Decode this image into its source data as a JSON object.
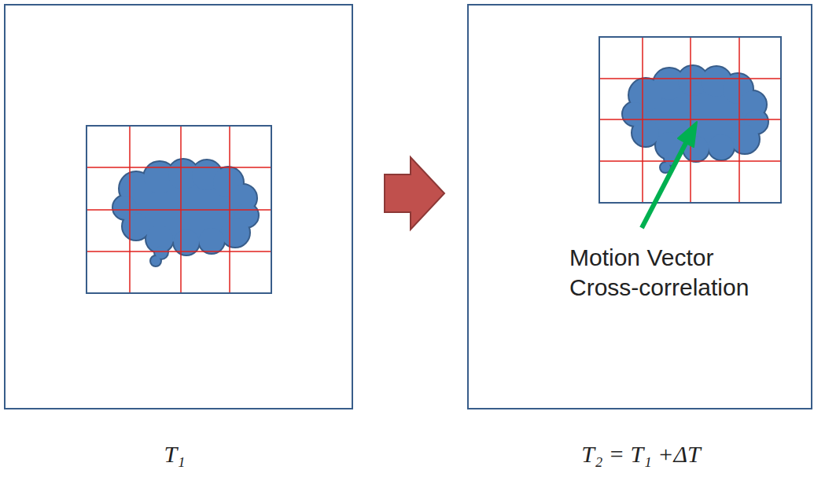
{
  "diagram": {
    "labels": [
      "Motion Vector Cross-correlation",
      "T₁",
      "T₂ = T₁ +ΔT"
    ]
  }
}
